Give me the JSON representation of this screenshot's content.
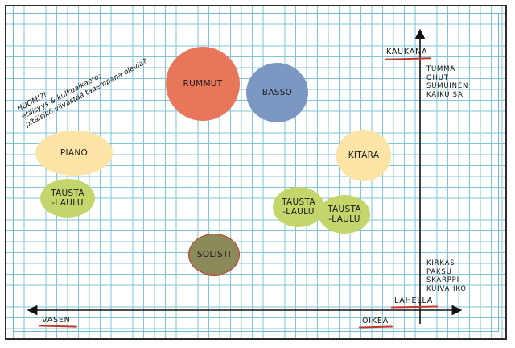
{
  "note": {
    "line1": "HUOM!?!",
    "line2": "etäisyys & kulkuaikaero;",
    "line3": "pitäisikö viivästää taaempana olevia?"
  },
  "instruments": {
    "rummut": "RUMMUT",
    "basso": "BASSO",
    "piano": "PIANO",
    "kitara": "KITARA",
    "tausta1_l1": "TAUSTA",
    "tausta1_l2": "-LAULU",
    "tausta2_l1": "TAUSTA",
    "tausta2_l2": "-LAULU",
    "tausta3_l1": "TAUSTA",
    "tausta3_l2": "-LAULU",
    "solisti": "SOLISTI"
  },
  "axes": {
    "far_label": "KAUKANA",
    "far_desc": [
      "TUMMA",
      "OHUT",
      "SUMUINEN",
      "KAIKUISA"
    ],
    "near_desc": [
      "KIRKAS",
      "PAKSU",
      "SKARPPI",
      "KUIVAHKO"
    ],
    "near_label": "LÄHELLÄ",
    "left_label": "VASEN",
    "right_label": "OIKEA"
  },
  "colors": {
    "rummut": "#e8765a",
    "basso": "#7c98c2",
    "piano": "#fce3a6",
    "kitara": "#fce3a6",
    "tausta": "#c3d56b",
    "solisti": "#8a8a5a",
    "solisti_border": "#c0392b",
    "underline": "#c0392b"
  }
}
